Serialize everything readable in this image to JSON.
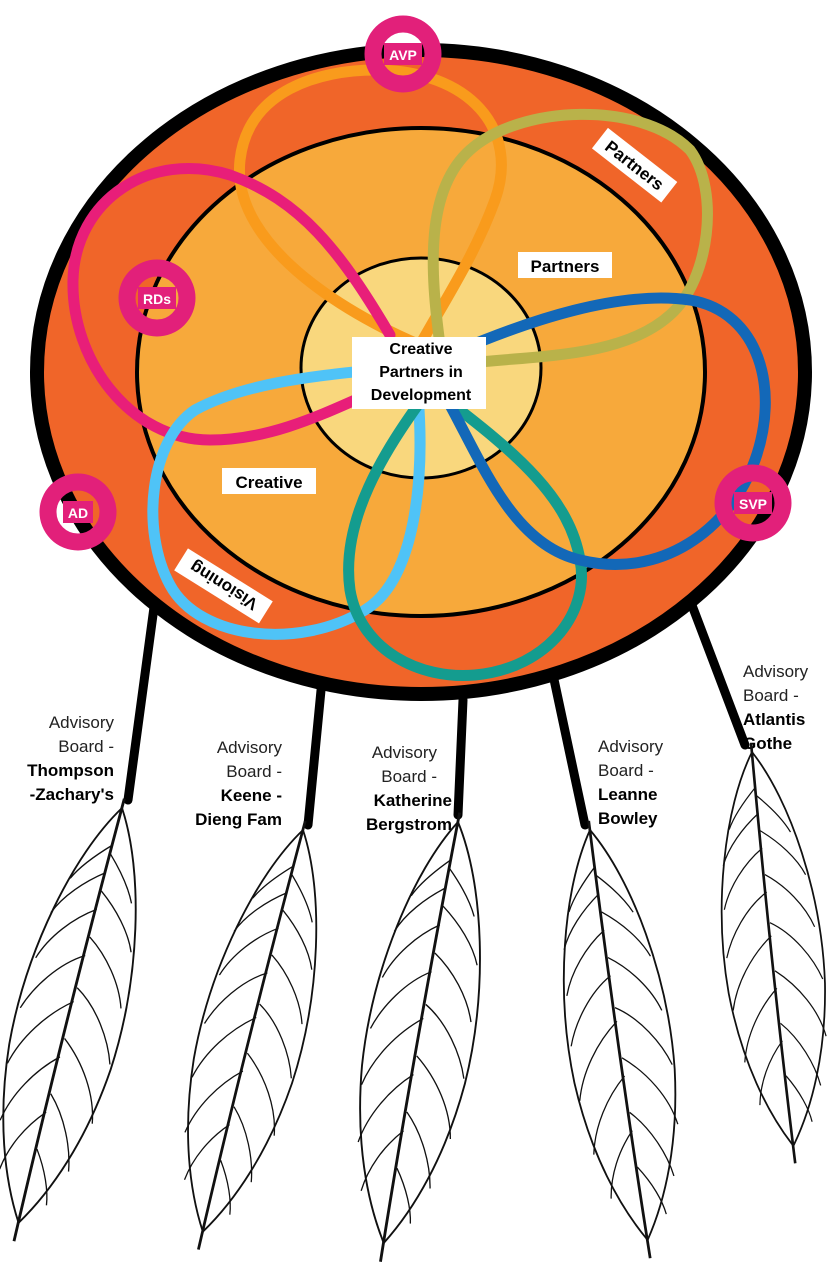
{
  "center": {
    "lines": [
      "Creative",
      "Partners in",
      "Development"
    ]
  },
  "rings": {
    "partners_inner": "Partners",
    "partners_outer": "Partners",
    "creative": "Creative",
    "visioning": "Visioning"
  },
  "roles": {
    "avp": "AVP",
    "rds": "RDs",
    "ad": "AD",
    "svp": "SVP"
  },
  "advisory": [
    {
      "l1": "Advisory",
      "l2": "Board -",
      "n1": "Thompson",
      "n2": "-Zachary's"
    },
    {
      "l1": "Advisory",
      "l2": "Board -",
      "n1": "Keene -",
      "n2": "Dieng Fam"
    },
    {
      "l1": "Advisory",
      "l2": "Board -",
      "n1": "Katherine",
      "n2": "Bergstrom"
    },
    {
      "l1": "Advisory",
      "l2": "Board -",
      "n1": "Leanne",
      "n2": "Bowley"
    },
    {
      "l1": "Advisory",
      "l2": "Board -",
      "n1": "Atlantis",
      "n2": "Gothe"
    }
  ],
  "colors": {
    "outer_ring": "#f06529",
    "middle_ring": "#f7a93b",
    "inner_circle": "#f9d77d",
    "rim": "#000000",
    "loop_orange": "#f99b1c",
    "loop_olive": "#b9b24a",
    "loop_pink": "#e81e79",
    "loop_lightblue": "#4fc3f7",
    "loop_teal": "#149c8f",
    "loop_blue": "#1368b8",
    "role_badge": "#e2207a"
  }
}
